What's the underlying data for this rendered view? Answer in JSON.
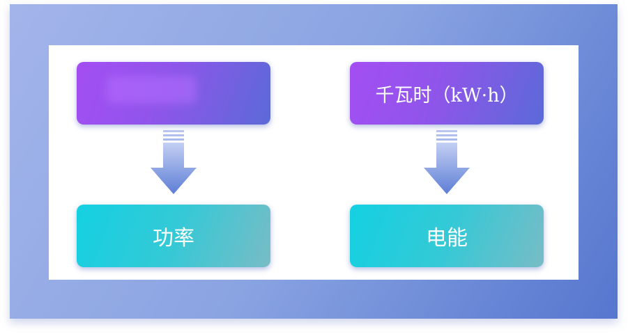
{
  "diagram": {
    "left_column": {
      "top_box": {
        "label": ""
      },
      "bottom_box": {
        "label": "功率"
      }
    },
    "right_column": {
      "top_box": {
        "label": "千瓦时（kW·h）"
      },
      "bottom_box": {
        "label": "电能"
      }
    }
  },
  "colors": {
    "frame_start": "#a3b4ea",
    "frame_end": "#5676cf",
    "purple_start": "#a44ef3",
    "purple_end": "#5b6ad8",
    "teal_start": "#14d1e2",
    "teal_end": "#78bcc6",
    "arrow": "#6f8ddb"
  }
}
